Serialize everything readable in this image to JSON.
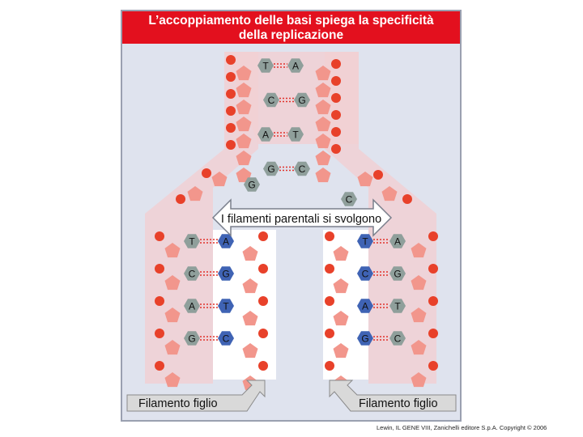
{
  "title": {
    "line1": "L’accoppiamento delle basi spiega la specificità",
    "line2": "della replicazione"
  },
  "parent_pairs": [
    {
      "left": "T",
      "right": "A"
    },
    {
      "left": "C",
      "right": "G"
    },
    {
      "left": "A",
      "right": "T"
    },
    {
      "left": "G",
      "right": "C"
    }
  ],
  "fork_bases": {
    "left": "G",
    "right": "C"
  },
  "unwind_label": "I filamenti parentali si svolgono",
  "left_daughter_pairs": [
    {
      "parent": "T",
      "new": "A"
    },
    {
      "parent": "C",
      "new": "G"
    },
    {
      "parent": "A",
      "new": "T"
    },
    {
      "parent": "G",
      "new": "C"
    }
  ],
  "right_daughter_pairs": [
    {
      "new": "T",
      "parent": "A"
    },
    {
      "new": "C",
      "parent": "G"
    },
    {
      "new": "A",
      "parent": "T"
    },
    {
      "new": "G",
      "parent": "C"
    }
  ],
  "daughter_label_left": "Filamento figlio",
  "daughter_label_right": "Filamento figlio",
  "credit": "Lewin, IL GENE VIII, Zanichelli editore S.p.A. Copyright © 2006",
  "colors": {
    "title_bg": "#e3101e",
    "phosphate": "#e8412a",
    "sugar": "#f2968c",
    "parent_base": "#8f9f9b",
    "new_base": "#3f63b4",
    "hydrogen_bond": "#e0322a",
    "band": "#f1d0d3"
  }
}
